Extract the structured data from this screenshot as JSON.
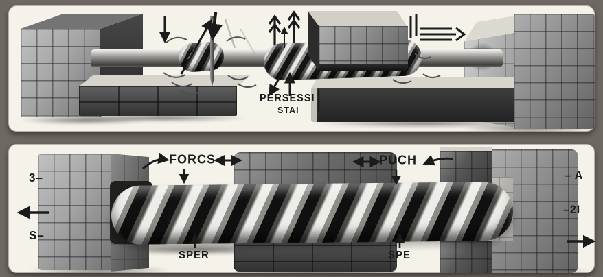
{
  "colors": {
    "background": "#6e6862",
    "panel": "#f5f2ea",
    "ink": "#1b1b1b",
    "block_gray": "#8c8c8c"
  },
  "top_panel": {
    "caption_line1": "PERSESSI",
    "caption_line2": "STAI"
  },
  "bottom_panel": {
    "force_label": "FORCS",
    "push_label": "PUCH",
    "left_support_label": "SPER",
    "right_support_label": "SPE",
    "margin_left_top": "3–",
    "margin_left_bottom": "S–",
    "margin_right_top": "– A",
    "margin_right_middle": "–2I"
  },
  "icons": {
    "top_panel": [
      "down-arrow-icon",
      "diagonal-impact-arrow-icon",
      "needle-strike-arrow-icon",
      "double-chevron-up-arrow-icon",
      "thin-up-arrow-icon",
      "pause-mark-icon",
      "speed-lines-right-arrow-icon",
      "down-left-arrow-icon",
      "up-arrow-icon",
      "vibration-arc-icon",
      "motion-streak-icon"
    ],
    "bottom_panel": [
      "curved-right-arrow-icon",
      "double-headed-arrow-icon",
      "small-down-arrow-icon",
      "curved-left-arrow-icon",
      "up-arrow-icon",
      "left-arrow-icon",
      "right-arrow-icon"
    ]
  }
}
